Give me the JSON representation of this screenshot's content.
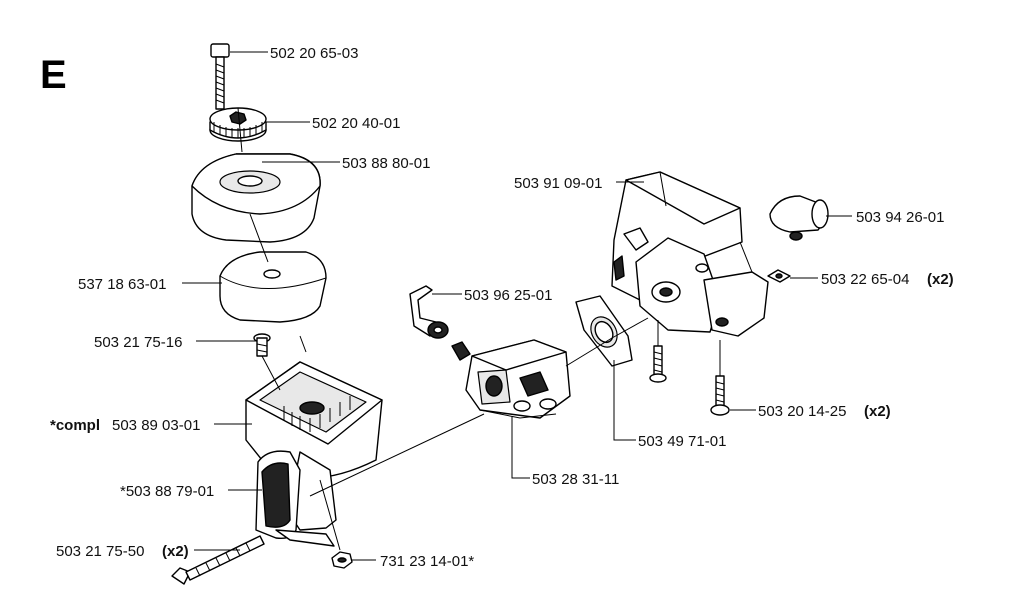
{
  "section_letter": "E",
  "labels": {
    "bolt_top": "502 20 65-03",
    "knob": "502 20 40-01",
    "filter_cover": "503 88 80-01",
    "filter": "537 18 63-01",
    "screw_small": "503 21 75-16",
    "housing_prefix": "*compl",
    "housing": "503 89 03-01",
    "grip": "*503 88 79-01",
    "long_bolt": "503 21 75-50",
    "long_bolt_qty": "(x2)",
    "nut": "731 23 14-01*",
    "link_lever": "503 96 25-01",
    "carburetor": "503 28 31-11",
    "gasket": "503 49 71-01",
    "intake_manifold": "503 91 09-01",
    "sleeve": "503 94 26-01",
    "square_nut": "503 22 65-04",
    "square_nut_qty": "(x2)",
    "screw_right": "503 20 14-25",
    "screw_right_qty": "(x2)"
  }
}
